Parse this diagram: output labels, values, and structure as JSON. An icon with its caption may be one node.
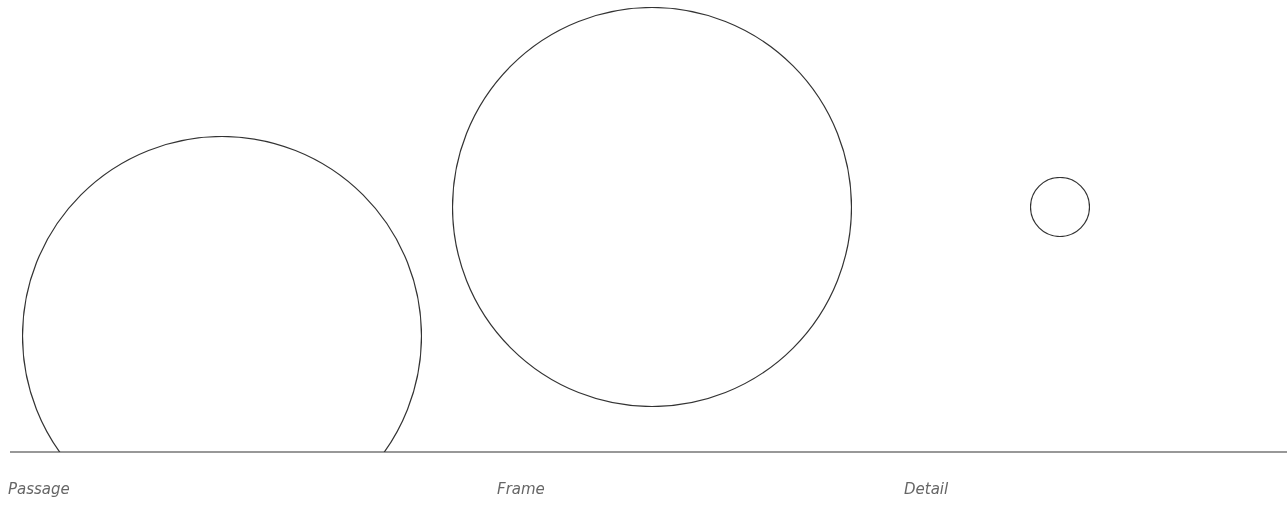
{
  "diagram": {
    "nodes": [
      {
        "text": [],
        "shape": "circle"
      },
      {
        "text": [],
        "shape": "circle"
      },
      {
        "text": [],
        "shape": "circle"
      }
    ],
    "labels": [
      "Passage",
      "Frame",
      "Detail"
    ]
  }
}
